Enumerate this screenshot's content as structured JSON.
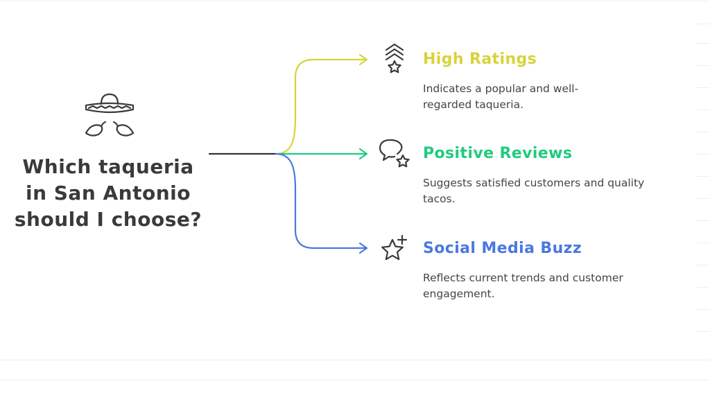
{
  "question": "Which taqueria in San Antonio should I choose?",
  "root_icon": "sombrero-and-chili-peppers-icon",
  "branches": [
    {
      "title": "High Ratings",
      "description": "Indicates a popular and well-regarded taqueria.",
      "icon": "rank-chevrons-star-icon",
      "color": "#d9d23a"
    },
    {
      "title": "Positive Reviews",
      "description": "Suggests satisfied customers and quality tacos.",
      "icon": "speech-bubble-star-icon",
      "color": "#1fcb7e"
    },
    {
      "title": "Social Media Buzz",
      "description": "Reflects current trends and customer engagement.",
      "icon": "star-plus-icon",
      "color": "#4a78e0"
    }
  ],
  "trunk_color": "#333333"
}
